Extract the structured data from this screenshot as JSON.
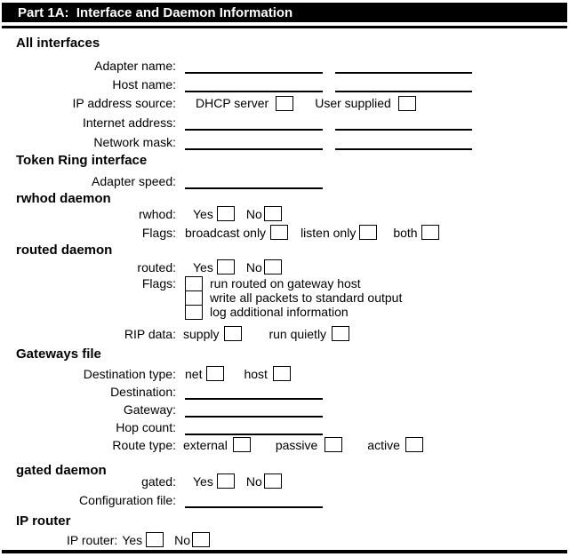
{
  "title_bar": {
    "text": "Part 1A:  Interface and Daemon Information"
  },
  "colors": {
    "ink": "#000000",
    "paper": "#ffffff",
    "title_bg": "#000000",
    "title_fg": "#ffffff"
  },
  "form_state": {
    "all_checkboxes_checked": false,
    "all_write_in_lines_empty": true
  },
  "sections": {
    "all_interfaces": {
      "heading": "All interfaces",
      "adapter_name_label": "Adapter name:",
      "host_name_label": "Host name:",
      "ip_address_source_label": "IP address source:",
      "dhcp_server_label": "DHCP server",
      "user_supplied_label": "User supplied",
      "internet_address_label": "Internet address:",
      "network_mask_label": "Network mask:"
    },
    "token_ring": {
      "heading": "Token Ring interface",
      "adapter_speed_label": "Adapter speed:"
    },
    "rwhod": {
      "heading": "rwhod daemon",
      "rwhod_label": "rwhod:",
      "yes_label": "Yes",
      "no_label": "No",
      "flags_label": "Flags:",
      "broadcast_only_label": "broadcast only",
      "listen_only_label": "listen only",
      "both_label": "both"
    },
    "routed": {
      "heading": "routed daemon",
      "routed_label": "routed:",
      "yes_label": "Yes",
      "no_label": "No",
      "flags_label": "Flags:",
      "flag_gateway_host_label": "run routed on gateway host",
      "flag_write_packets_label": "write all packets to standard output",
      "flag_log_info_label": "log additional information",
      "rip_data_label": "RIP data:",
      "supply_label": "supply",
      "run_quietly_label": "run quietly"
    },
    "gateways_file": {
      "heading": "Gateways file",
      "destination_type_label": "Destination type:",
      "net_label": "net",
      "host_label": "host",
      "destination_label": "Destination:",
      "gateway_label": "Gateway:",
      "hop_count_label": "Hop count:",
      "route_type_label": "Route type:",
      "external_label": "external",
      "passive_label": "passive",
      "active_label": "active"
    },
    "gated": {
      "heading": "gated daemon",
      "gated_label": "gated:",
      "yes_label": "Yes",
      "no_label": "No",
      "configuration_file_label": "Configuration file:"
    },
    "ip_router": {
      "heading": "IP router",
      "ip_router_label": "IP router:",
      "yes_label": "Yes",
      "no_label": "No"
    }
  }
}
